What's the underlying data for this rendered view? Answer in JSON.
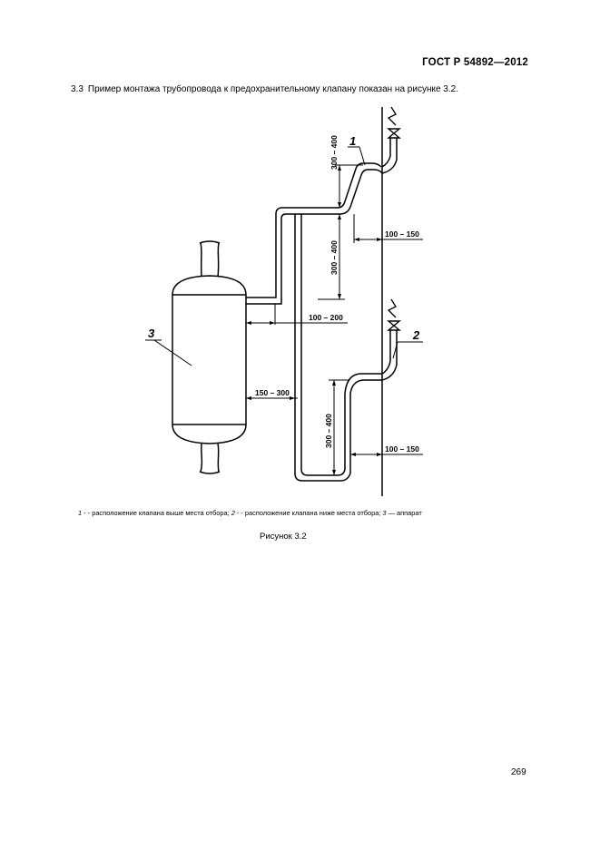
{
  "header": {
    "standard": "ГОСТ Р 54892—2012"
  },
  "paragraph": {
    "number": "3.3",
    "text": "Пример монтажа трубопровода к предохранительному клапану показан на рисунке 3.2."
  },
  "figure": {
    "labels": {
      "pos1": "1",
      "pos2": "2",
      "pos3": "3"
    },
    "dimensions": {
      "d_300_400_top": "300 – 400",
      "d_300_400_mid": "300 – 400",
      "d_300_400_bottom": "300 – 400",
      "d_100_150_top": "100 – 150",
      "d_100_150_bottom": "100 – 150",
      "d_100_200": "100 – 200",
      "d_150_300": "150 – 300"
    }
  },
  "caption": {
    "n1": "1",
    "t1": " - - расположение клапана выше места отбора; ",
    "n2": "2",
    "t2": " - - расположение клапана ниже места отбора; ",
    "n3": "3",
    "t3": " — аппарат"
  },
  "figure_title": "Рисунок 3.2",
  "page_number": "269"
}
